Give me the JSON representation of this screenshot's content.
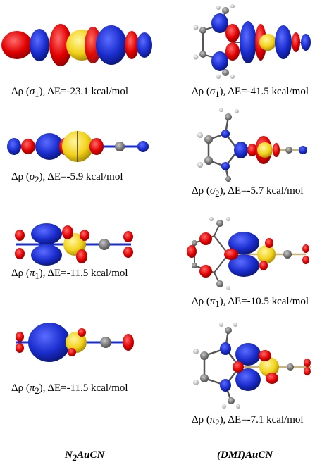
{
  "colors": {
    "negative_lobe": "#e00000",
    "positive_lobe": "#1a2ccc",
    "gold": "#f2d21a",
    "carbon": "#7a7a7a",
    "nitrogen": "#1a2ccc",
    "hydrogen": "#f2f2f2",
    "bond": "#c8b478"
  },
  "molecules": {
    "left": "N2AuCN",
    "right": "(DMI)AuCN"
  },
  "columns": {
    "left": {
      "head_main": "N",
      "head_sub": "2",
      "head_rest": "AuCN"
    },
    "right": {
      "head": "(DMI)AuCN"
    }
  },
  "panels": [
    {
      "id": "n2-sigma1",
      "caption": {
        "delta": "Δρ",
        "orb": "σ",
        "idx": "1",
        "energy": "-23.1 kcal/mol"
      }
    },
    {
      "id": "n2-sigma2",
      "caption": {
        "delta": "Δρ",
        "orb": "σ",
        "idx": "2",
        "energy": "-5.9 kcal/mol"
      }
    },
    {
      "id": "n2-pi1",
      "caption": {
        "delta": "Δρ",
        "orb": "π",
        "idx": "1",
        "energy": "-11.5 kcal/mol"
      }
    },
    {
      "id": "n2-pi2",
      "caption": {
        "delta": "Δρ",
        "orb": "π",
        "idx": "2",
        "energy": "-11.5 kcal/mol"
      }
    },
    {
      "id": "dmi-sigma1",
      "caption": {
        "delta": "Δρ",
        "orb": "σ",
        "idx": "1",
        "energy": "-41.5 kcal/mol"
      }
    },
    {
      "id": "dmi-sigma2",
      "caption": {
        "delta": "Δρ",
        "orb": "σ",
        "idx": "2",
        "energy": "-5.7 kcal/mol"
      }
    },
    {
      "id": "dmi-pi1",
      "caption": {
        "delta": "Δρ",
        "orb": "π",
        "idx": "1",
        "energy": "-10.5 kcal/mol"
      }
    },
    {
      "id": "dmi-pi2",
      "caption": {
        "delta": "Δρ",
        "orb": "π",
        "idx": "2",
        "energy": "-7.1 kcal/mol"
      }
    }
  ],
  "energy_prefix": "ΔE="
}
